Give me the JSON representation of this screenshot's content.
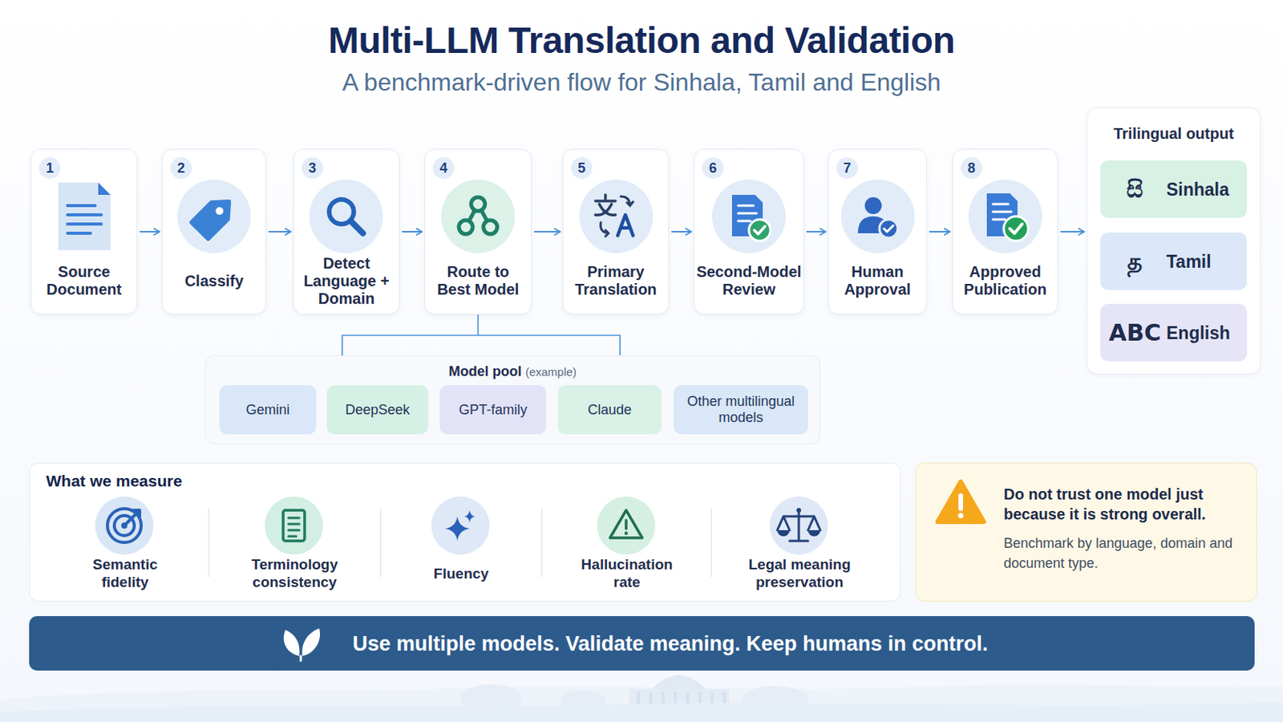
{
  "diagram": {
    "title": "Multi-LLM Translation and Validation",
    "caption": "A benchmark-driven flow for Sinhala, Tamil and English",
    "nodes": [
      {
        "text": [
          "1",
          "Source Document"
        ]
      },
      {
        "text": [
          "2",
          "Classify"
        ]
      },
      {
        "text": [
          "3",
          "Detect Language + Domain"
        ]
      },
      {
        "text": [
          "4",
          "Route to Best Model"
        ]
      },
      {
        "text": [
          "5",
          "Primary Translation"
        ]
      },
      {
        "text": [
          "6",
          "Second-Model Review"
        ]
      },
      {
        "text": [
          "7",
          "Human Approval"
        ]
      },
      {
        "text": [
          "8",
          "Approved Publication"
        ]
      },
      {
        "text": [
          "Trilingual output"
        ]
      },
      {
        "text": [
          "සි",
          "Sinhala"
        ],
        "in": 8
      },
      {
        "text": [
          "த",
          "Tamil"
        ],
        "in": 8
      },
      {
        "text": [
          "ABC",
          "English"
        ],
        "in": 8
      },
      {
        "text": [
          "Model pool",
          "(example)"
        ]
      },
      {
        "text": [
          "Gemini"
        ],
        "in": 12
      },
      {
        "text": [
          "DeepSeek"
        ],
        "in": 12
      },
      {
        "text": [
          "GPT-family"
        ],
        "in": 12
      },
      {
        "text": [
          "Claude"
        ],
        "in": 12
      },
      {
        "text": [
          "Other multilingual models"
        ],
        "in": 12
      },
      {
        "text": [
          "What we measure"
        ]
      },
      {
        "text": [
          "Semantic fidelity"
        ],
        "in": 18
      },
      {
        "text": [
          "Terminology consistency"
        ],
        "in": 18
      },
      {
        "text": [
          "Fluency"
        ],
        "in": 18
      },
      {
        "text": [
          "Hallucination rate"
        ],
        "in": 18
      },
      {
        "text": [
          "Legal meaning preservation"
        ],
        "in": 18
      },
      {
        "text": [
          "Do not trust one model just because it is strong overall.",
          "Benchmark by language, domain and document type."
        ]
      },
      {
        "text": [
          "Use multiple models. Validate meaning. Keep humans in control."
        ]
      }
    ],
    "edges": [
      {
        "from": 0,
        "to": 1,
        "arrow": "to"
      },
      {
        "from": 1,
        "to": 2,
        "arrow": "to"
      },
      {
        "from": 2,
        "to": 3,
        "arrow": "to"
      },
      {
        "from": 3,
        "to": 4,
        "arrow": "to"
      },
      {
        "from": 4,
        "to": 5,
        "arrow": "to"
      },
      {
        "from": 5,
        "to": 6,
        "arrow": "to"
      },
      {
        "from": 6,
        "to": 7,
        "arrow": "to"
      },
      {
        "from": 7,
        "to": 8,
        "arrow": "to"
      },
      {
        "from": 3,
        "to": 12,
        "arrow": "none"
      }
    ]
  }
}
